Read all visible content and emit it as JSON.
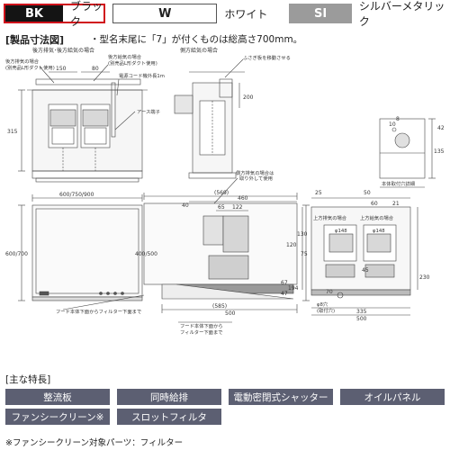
{
  "colors": {
    "bk": {
      "code": "BK",
      "name": "ブラック",
      "swatch": "#141414",
      "border": "#d0121b"
    },
    "w": {
      "code": "W",
      "name": "ホワイト",
      "swatch": "#ffffff"
    },
    "si": {
      "code": "SI",
      "name": "シルバーメタリック",
      "swatch": "#9b9b9b"
    }
  },
  "dimensions": {
    "title": "[製品寸法図]",
    "note": "・型名末尾に「7」が付くものは総高さ700mm。",
    "labels": {
      "rear_exhaust_header": "後方排気･後方給気の場合",
      "side_exhaust_header": "側方給気の場合",
      "rear_exhaust_case": "後方排気の場合",
      "rear_exhaust_case_sub": "(別売品L形ダクト使用)",
      "rear_intake_case": "後方給気の場合",
      "rear_intake_case_sub": "(別売品L形ダクト使用)",
      "cord": "電源コード機外長1m",
      "earth": "アース端子",
      "damper_move": "ふさぎ板を移動させる",
      "side_exhaust_case": "側方排気の場合は",
      "side_exhaust_case2": "取り外して使用",
      "fixing_hole": "本体取付穴詳細",
      "top_exhaust": "上方排気の場合",
      "top_intake": "上方給気の場合",
      "hood_to_filter": "フード本体下面からフィルター下面まで",
      "hood_bottom": "フード本体下面から",
      "filter_bottom": "フィルター下面まで",
      "mount_hole": "(取付穴)",
      "phi8": "φ8穴",
      "phi148": "φ148",
      "d150": "150",
      "d80": "80",
      "d315": "315",
      "d600": "600/750/900",
      "d600700": "600/700",
      "d400500": "400/500",
      "d569": "(569)",
      "d460": "460",
      "d40": "40",
      "d65": "65",
      "d122": "122",
      "d120": "120",
      "d194": "194",
      "d585": "(585)",
      "d47": "47",
      "d67": "67",
      "d230": "230",
      "d135": "135",
      "d200": "200",
      "d25": "25",
      "d50": "50",
      "d42": "42",
      "d10": "10",
      "d8": "8",
      "d75": "75",
      "d130": "130",
      "d335": "335",
      "d500": "500",
      "d70": "70",
      "d45": "45",
      "d21": "21",
      "d60": "60"
    }
  },
  "features": {
    "title": "[主な特長]",
    "items": [
      "整流板",
      "同時給排",
      "電動密閉式シャッター",
      "オイルパネル",
      "ファンシークリーン※",
      "スロットフィルタ"
    ],
    "badge_color": "#5c5f72"
  },
  "footnote": "※ファンシークリーン対象パーツ：フィルター"
}
